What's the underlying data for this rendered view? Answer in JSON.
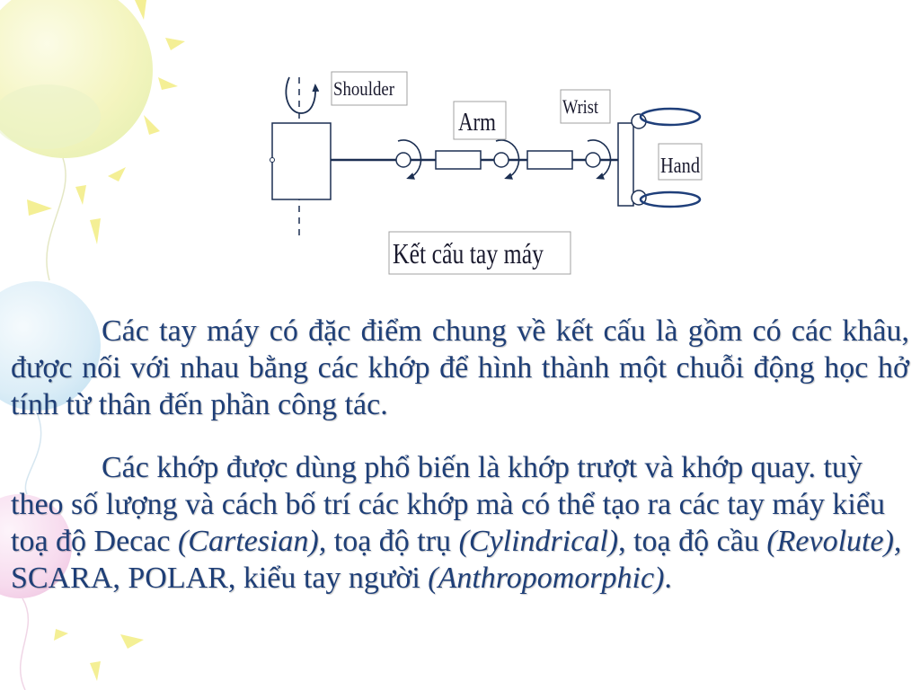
{
  "theme": {
    "text_color": "#1f3f77",
    "diagram_color": "#1c2f52",
    "finger_color": "#1f3f7a"
  },
  "diagram": {
    "labels": {
      "shoulder": "Shoulder",
      "arm": "Arm",
      "wrist": "Wrist",
      "hand": "Hand"
    },
    "caption": "Kết cấu tay máy"
  },
  "paragraph1": {
    "lines": [
      "Các tay máy có đặc điểm chung về kết cấu là gồm có các khâu,",
      "được nối với nhau bằng các khớp để hình thành một chuỗi động học hở",
      "tính từ thân đến phần công tác."
    ]
  },
  "paragraph2": {
    "lines": [
      [
        "Các khớp được dùng phổ biến là khớp trượt và khớp quay. tuỳ"
      ],
      [
        "theo số lượng và cách bố trí các khớp mà có thể tạo ra các tay máy kiểu"
      ],
      [
        "toạ độ Decac ",
        "(Cartesian),",
        " toạ độ trụ ",
        "(Cylindrical)",
        ", toạ độ cầu ",
        "(Revolute),"
      ],
      [
        "SCARA, POLAR, kiểu tay người ",
        "(Anthropomorphic)",
        "."
      ]
    ]
  }
}
